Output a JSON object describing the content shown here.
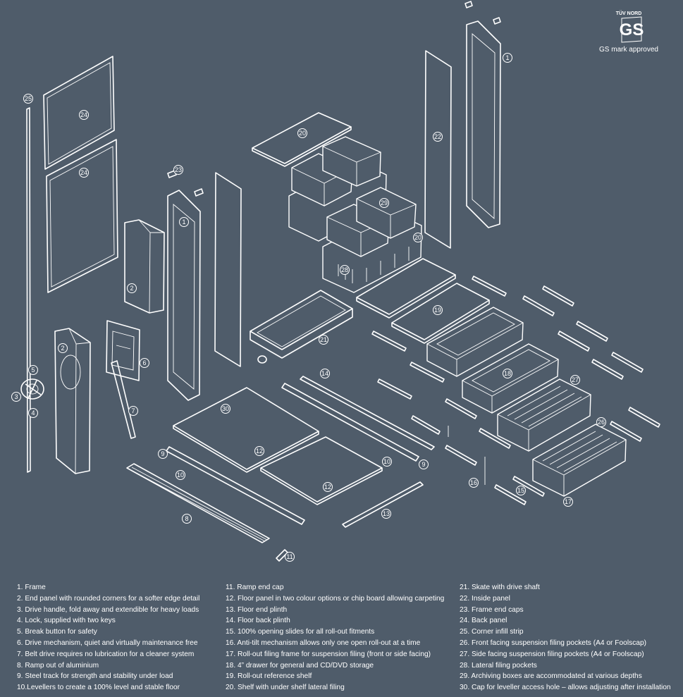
{
  "badge": {
    "brand": "TÜV NORD",
    "mark": "GS",
    "caption": "GS mark approved"
  },
  "callouts": [
    "1",
    "1",
    "2",
    "2",
    "3",
    "4",
    "5",
    "6",
    "7",
    "8",
    "9",
    "9",
    "10",
    "10",
    "11",
    "12",
    "12",
    "13",
    "14",
    "15",
    "16",
    "17",
    "18",
    "19",
    "20",
    "20",
    "21",
    "22",
    "23",
    "24",
    "24",
    "25",
    "26",
    "27",
    "28",
    "29",
    "30"
  ],
  "legend": {
    "col1": [
      "1. Frame",
      "2. End panel with rounded corners for a softer edge detail",
      "3. Drive handle, fold away and extendible for heavy loads",
      "4. Lock, supplied with two keys",
      "5. Break button for safety",
      "6. Drive mechanism, quiet and virtually maintenance free",
      "7. Belt drive requires no lubrication for a cleaner system",
      "8. Ramp out of aluminium",
      "9. Steel track for strength and stability under load",
      "10.Levellers to create a 100% level and stable floor"
    ],
    "col2": [
      "11. Ramp end cap",
      "12. Floor panel in two colour options or chip board allowing carpeting",
      "13. Floor end plinth",
      "14. Floor back plinth",
      "15. 100% opening slides for all roll-out fitments",
      "16. Anti-tilt mechanism allows only one open roll-out at a time",
      "17. Roll-out filing frame for suspension filing (front or side facing)",
      "18. 4” drawer for general and CD/DVD storage",
      "19. Roll-out reference shelf",
      "20. Shelf with under shelf lateral filing"
    ],
    "col3": [
      "21. Skate with drive shaft",
      "22. Inside panel",
      "23. Frame end caps",
      "24. Back panel",
      "25. Corner infill strip",
      "26. Front facing suspension filing pockets (A4 or Foolscap)",
      "27. Side facing suspension filing pockets (A4 or Foolscap)",
      "28. Lateral filing pockets",
      "29. Archiving boxes are accommodated at various depths",
      "30. Cap for leveller access hole – allows adjusting after installation"
    ]
  },
  "colors": {
    "background": "#4f5c6a",
    "line": "#ffffff"
  }
}
